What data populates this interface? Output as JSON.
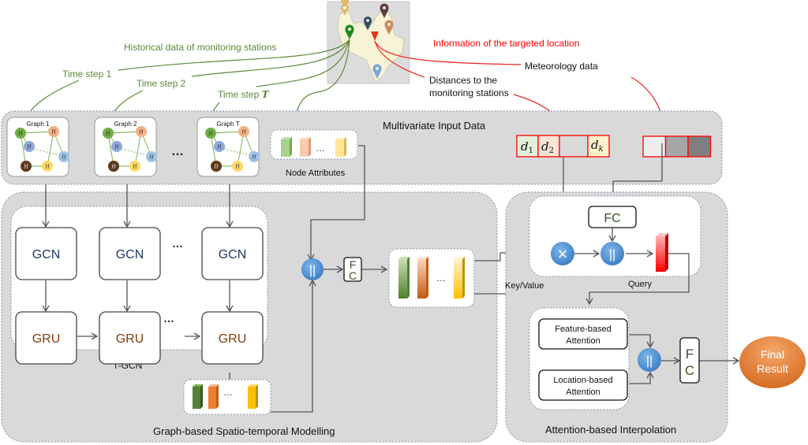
{
  "top_annotations": {
    "historical": "Historical data of monitoring stations",
    "time_step_1": "Time step 1",
    "time_step_2": "Time step 2",
    "time_step_T_prefix": "Time step ",
    "time_step_T_var": "T",
    "targeted_info": "Information of the targeted location",
    "meteorology": "Meteorology data",
    "distances_line1": "Distances to the",
    "distances_line2": "monitoring stations"
  },
  "input_panel": {
    "title": "Multivariate Input Data",
    "graphs": [
      {
        "label": "Graph 1"
      },
      {
        "label": "Graph 2"
      },
      {
        "label": "Graph T"
      }
    ],
    "graph_ellipsis": "…",
    "node_attributes_label": "Node Attributes",
    "node_attr_ellipsis": "…",
    "distance_cells": [
      "d1",
      "d2",
      "",
      "dk"
    ],
    "distance_cells_display": [
      {
        "base": "d",
        "sub": "1"
      },
      {
        "base": "d",
        "sub": "2"
      },
      {
        "base": "",
        "sub": ""
      },
      {
        "base": "d",
        "sub": "k"
      }
    ],
    "meteo_cells": [
      "#eeeeee",
      "#a6a6a6",
      "#7f7f7f"
    ]
  },
  "graph_panel": {
    "title": "Graph-based Spatio-temporal Modelling",
    "tgcn_label": "T-GCN",
    "gcn_label": "GCN",
    "gru_label": "GRU",
    "ellipsis": "…",
    "concat_symbol": "||",
    "fc_top": "F",
    "fc_bottom": "C"
  },
  "attention_panel": {
    "title": "Attention-based Interpolation",
    "fc_label": "FC",
    "multiply_symbol": "×",
    "concat_symbol": "||",
    "key_value_label": "Key/Value",
    "query_label": "Query",
    "feature_attention_line1": "Feature-based",
    "feature_attention_line2": "Attention",
    "location_attention_line1": "Location-based",
    "location_attention_line2": "Attention",
    "fc_top": "F",
    "fc_bottom": "C"
  },
  "final_result": {
    "line1": "Final",
    "line2": "Result"
  },
  "colors": {
    "green_text": "#5a8a3a",
    "red_text": "#ff0000",
    "gcn_text": "#1f3864",
    "gru_text": "#843c0c",
    "fc_text": "#375623",
    "panel_bg": "#d9d9d9",
    "blue_circle": "#4a8fd4",
    "final_orange": "#e67e22"
  }
}
